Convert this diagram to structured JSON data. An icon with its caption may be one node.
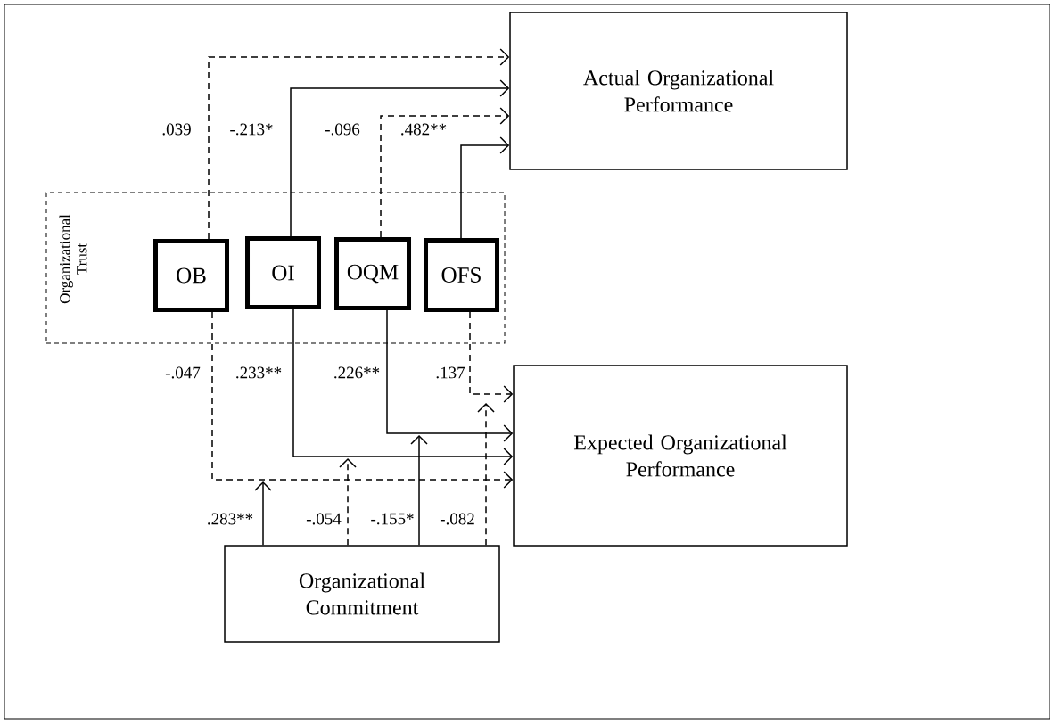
{
  "diagram": {
    "nodes": [
      {
        "text": [
          "Organizational Trust"
        ]
      },
      {
        "text": [
          "OB"
        ],
        "in": 0
      },
      {
        "text": [
          "OI"
        ],
        "in": 0
      },
      {
        "text": [
          "OQM"
        ],
        "in": 0
      },
      {
        "text": [
          "OFS"
        ],
        "in": 0
      },
      {
        "text": [
          "Actual Organizational Performance"
        ]
      },
      {
        "text": [
          "Expected Organizational Performance"
        ]
      },
      {
        "text": [
          "Organizational Commitment"
        ]
      }
    ],
    "edges": [
      {
        "from": 1,
        "to": 5,
        "arrow": "to",
        "label": ".039",
        "style": "dashed"
      },
      {
        "from": 2,
        "to": 5,
        "arrow": "to",
        "label": "-.213*"
      },
      {
        "from": 3,
        "to": 5,
        "arrow": "to",
        "label": "-.096",
        "style": "dashed"
      },
      {
        "from": 4,
        "to": 5,
        "arrow": "to",
        "label": ".482**"
      },
      {
        "from": 1,
        "to": 6,
        "arrow": "to",
        "label": "-.047",
        "style": "dashed"
      },
      {
        "from": 2,
        "to": 6,
        "arrow": "to",
        "label": ".233**"
      },
      {
        "from": 3,
        "to": 6,
        "arrow": "to",
        "label": ".226**"
      },
      {
        "from": 4,
        "to": 6,
        "arrow": "to",
        "label": ".137",
        "style": "dashed"
      },
      {
        "from": 7,
        "to": null,
        "arrow": "to",
        "label": ".283**"
      },
      {
        "from": 7,
        "to": null,
        "arrow": "to",
        "label": "-.054",
        "style": "dashed"
      },
      {
        "from": 7,
        "to": null,
        "arrow": "to",
        "label": "-.155*"
      },
      {
        "from": 7,
        "to": null,
        "arrow": "to",
        "label": "-.082",
        "style": "dashed"
      }
    ]
  }
}
